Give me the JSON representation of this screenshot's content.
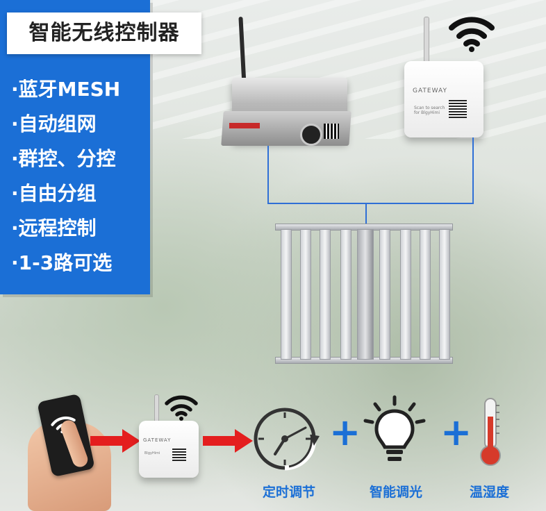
{
  "panel": {
    "title": "智能无线控制器",
    "features": [
      "·蓝牙MESH",
      "·自动组网",
      "·群控、分控",
      "·自由分组",
      "·远程控制",
      "·1-3路可选"
    ]
  },
  "devices": {
    "gateway_label": "GATEWAY",
    "gateway_small_text": "Scan to search for BlgyHimi",
    "gateway_model_text": "BlgyHimi"
  },
  "flow": {
    "captions": [
      "定时调节",
      "智能调光",
      "温湿度"
    ]
  },
  "colors": {
    "accent": "#1b6fd6",
    "arrow": "#e41e1e",
    "wire": "#2f6fd6"
  },
  "icons": [
    "wifi-icon",
    "clock-icon",
    "lightbulb-icon",
    "thermometer-icon",
    "plus-icon",
    "arrow-right-icon"
  ]
}
